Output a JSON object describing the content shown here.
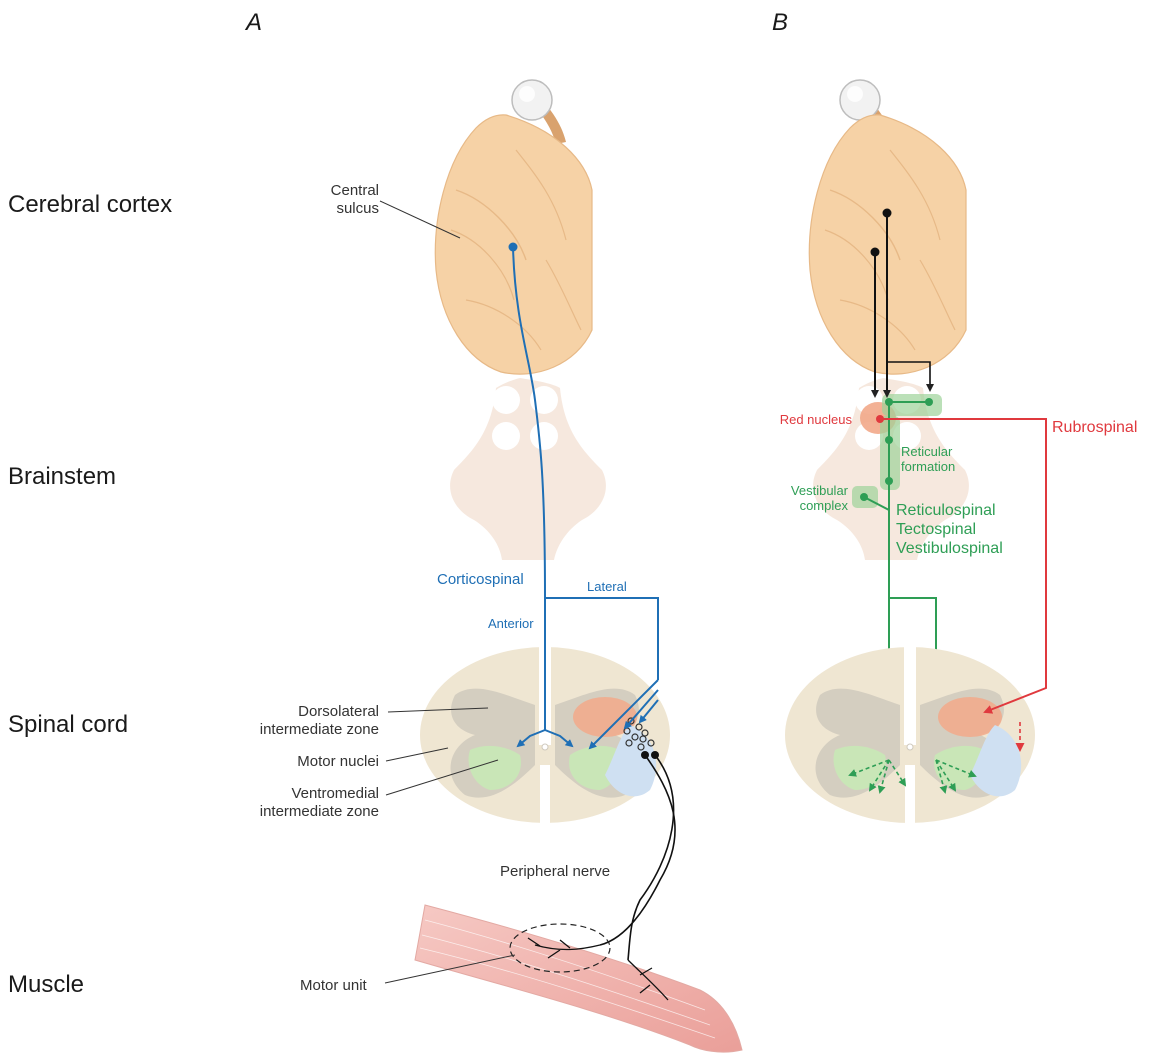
{
  "panels": {
    "a": "A",
    "b": "B"
  },
  "rows": {
    "cortex": "Cerebral cortex",
    "brainstem": "Brainstem",
    "spinal": "Spinal cord",
    "muscle": "Muscle"
  },
  "panel_a": {
    "central_sulcus": [
      "Central",
      "sulcus"
    ],
    "corticospinal": "Corticospinal",
    "lateral": "Lateral",
    "anterior": "Anterior",
    "dorsolateral": [
      "Dorsolateral",
      "intermediate zone"
    ],
    "motor_nuclei": "Motor nuclei",
    "ventromedial": [
      "Ventromedial",
      "intermediate zone"
    ],
    "peripheral_nerve": "Peripheral nerve",
    "motor_unit": "Motor unit"
  },
  "panel_b": {
    "red_nucleus": "Red nucleus",
    "rubrospinal": "Rubrospinal",
    "reticular": [
      "Reticular",
      "formation"
    ],
    "vestibular": [
      "Vestibular",
      "complex"
    ],
    "tracts": [
      "Reticulospinal",
      "Tectospinal",
      "Vestibulospinal"
    ]
  },
  "colors": {
    "corticospinal": "#1f6fb5",
    "medial_pathways": "#2e9e55",
    "rubrospinal": "#e0393e",
    "brain": "#f6d2a6",
    "cord": "#efe6d2",
    "muscle": "#f0b8b4"
  }
}
